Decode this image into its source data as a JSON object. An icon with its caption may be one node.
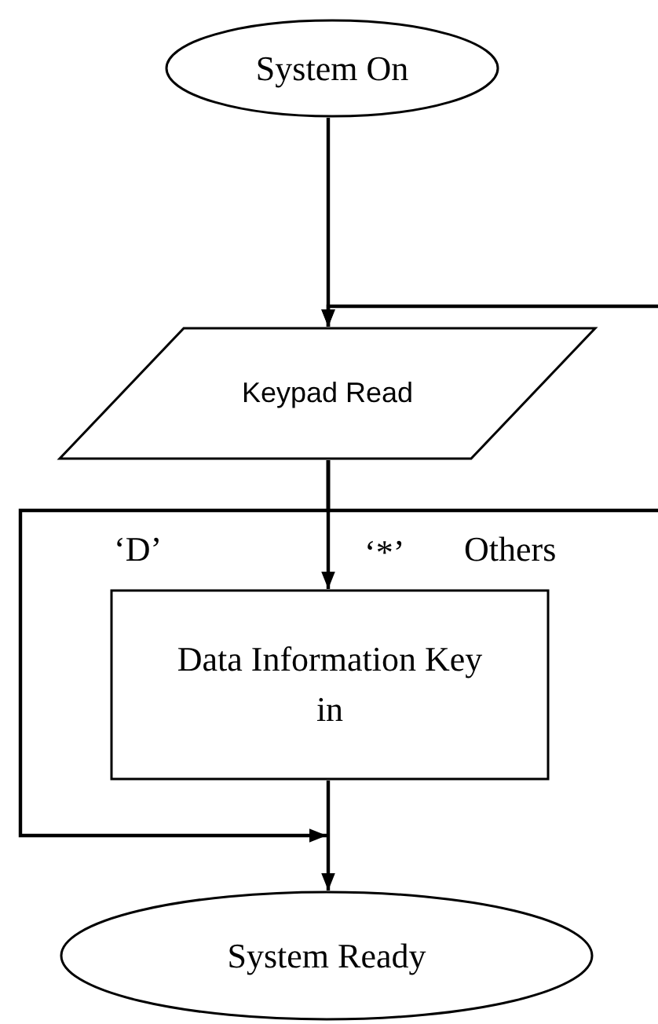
{
  "diagram": {
    "nodes": [
      {
        "text": [
          "System On"
        ]
      },
      {
        "text": [
          "Keypad Read"
        ]
      },
      {
        "text": [
          "Data Information Key in"
        ]
      },
      {
        "text": [
          "System Ready"
        ]
      }
    ],
    "edges": [
      {
        "from": 0,
        "to": 1,
        "arrow": "to"
      },
      {
        "from": null,
        "to": 1,
        "arrow": "to"
      },
      {
        "from": 1,
        "to": 3,
        "arrow": "to",
        "label": "‘D’"
      },
      {
        "from": 1,
        "to": 2,
        "arrow": "to",
        "label": "‘*’"
      },
      {
        "from": 2,
        "to": 3,
        "arrow": "to"
      },
      {
        "from": 1,
        "to": null,
        "arrow": "none",
        "label": "Others"
      }
    ]
  }
}
